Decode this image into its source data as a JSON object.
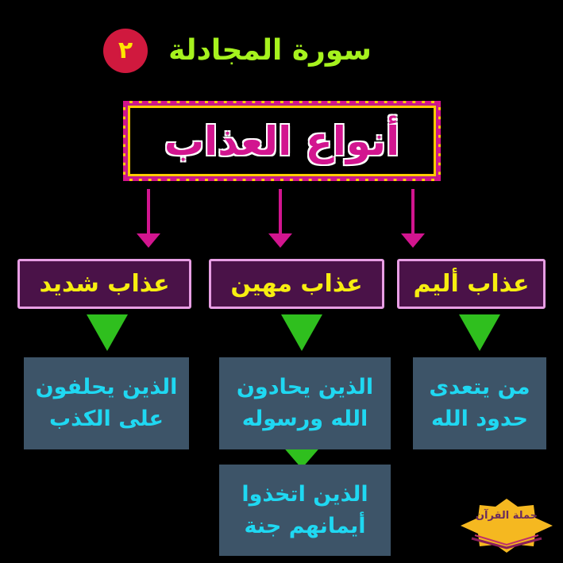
{
  "header": {
    "badge_number": "٢",
    "surah_name": "سورة المجادلة"
  },
  "title": "أنواع العذاب",
  "categories": [
    {
      "label": "عذاب أليم",
      "description": "من يتعدى حدود الله"
    },
    {
      "label": "عذاب مهين",
      "description": "الذين يحادون الله ورسوله",
      "extra_description": "الذين اتخذوا أيمانهم جنة"
    },
    {
      "label": "عذاب شديد",
      "description": "الذين يحلفون على الكذب"
    }
  ],
  "logo": {
    "text": "حملة القرآن"
  },
  "colors": {
    "background": "#000000",
    "magenta": "#d2158f",
    "yellow": "#f7ee10",
    "purple": "#4a1248",
    "green": "#2fbf1e",
    "slate": "#3d5468",
    "cyan": "#1fd8f2"
  }
}
